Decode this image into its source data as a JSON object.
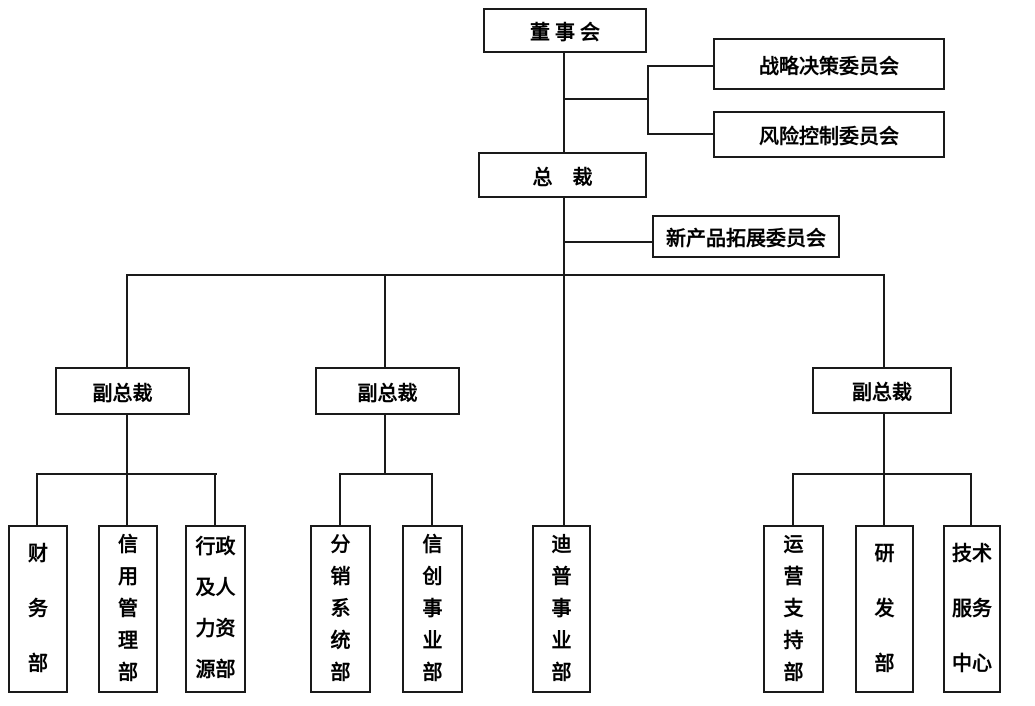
{
  "colors": {
    "line": "#1a1a1a",
    "box_border": "#1a1a1a",
    "background": "#ffffff",
    "text": "#000000"
  },
  "org": {
    "board": {
      "label": "董 事 会"
    },
    "committees": [
      {
        "label": "战略决策委员会"
      },
      {
        "label": "风险控制委员会"
      }
    ],
    "president": {
      "label": "总　裁"
    },
    "new_product_committee": {
      "label": "新产品拓展委员会"
    },
    "vice_presidents": [
      {
        "label": "副总裁"
      },
      {
        "label": "副总裁"
      },
      {
        "label": "副总裁"
      }
    ],
    "departments": [
      {
        "label": "财务部",
        "lines": [
          "财",
          "务",
          "部"
        ]
      },
      {
        "label": "信用管理部",
        "lines": [
          "信",
          "用",
          "管",
          "理",
          "部"
        ]
      },
      {
        "label": "行政及人力资源部",
        "lines": [
          "行政",
          "及人",
          "力资",
          "源部"
        ]
      },
      {
        "label": "分销系统部",
        "lines": [
          "分",
          "销",
          "系",
          "统",
          "部"
        ]
      },
      {
        "label": "信创事业部",
        "lines": [
          "信",
          "创",
          "事",
          "业",
          "部"
        ]
      },
      {
        "label": "迪普事业部",
        "lines": [
          "迪",
          "普",
          "事",
          "业",
          "部"
        ]
      },
      {
        "label": "运营支持部",
        "lines": [
          "运",
          "营",
          "支",
          "持",
          "部"
        ]
      },
      {
        "label": "研发部",
        "lines": [
          "研",
          "发",
          "部"
        ]
      },
      {
        "label": "技术服务中心",
        "lines": [
          "技术",
          "服务",
          "中心"
        ]
      }
    ]
  }
}
